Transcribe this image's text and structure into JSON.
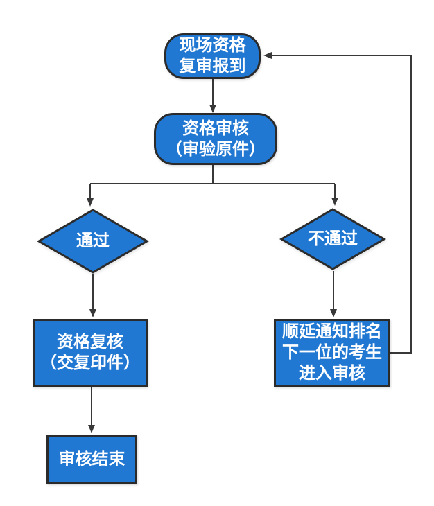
{
  "diagram": {
    "type": "flowchart",
    "language": "zh-CN"
  },
  "palette": {
    "node_fill": "#2178d2",
    "node_border": "#2b2b2b",
    "connector": "#383838",
    "text_color": "#ffffff",
    "canvas_bg": "#ffffff"
  },
  "nodes": {
    "start": {
      "shape": "rounded-rectangle",
      "label": "现场资格\n复审报到"
    },
    "review": {
      "shape": "rounded-rectangle",
      "label": "资格审核\n（审验原件）"
    },
    "pass": {
      "shape": "diamond",
      "label": "通过"
    },
    "fail": {
      "shape": "diamond",
      "label": "不通过"
    },
    "recheck": {
      "shape": "rectangle",
      "label": "资格复核\n（交复印件）"
    },
    "defer": {
      "shape": "rectangle",
      "label": "顺延通知排名\n下一位的考生\n进入审核"
    },
    "end": {
      "shape": "rectangle",
      "label": "审核结束"
    }
  },
  "edges": [
    {
      "from": "start",
      "to": "review",
      "label": ""
    },
    {
      "from": "review",
      "to": "pass",
      "label": ""
    },
    {
      "from": "review",
      "to": "fail",
      "label": ""
    },
    {
      "from": "pass",
      "to": "recheck",
      "label": ""
    },
    {
      "from": "fail",
      "to": "defer",
      "label": ""
    },
    {
      "from": "recheck",
      "to": "end",
      "label": ""
    },
    {
      "from": "defer",
      "to": "start",
      "label": ""
    }
  ]
}
